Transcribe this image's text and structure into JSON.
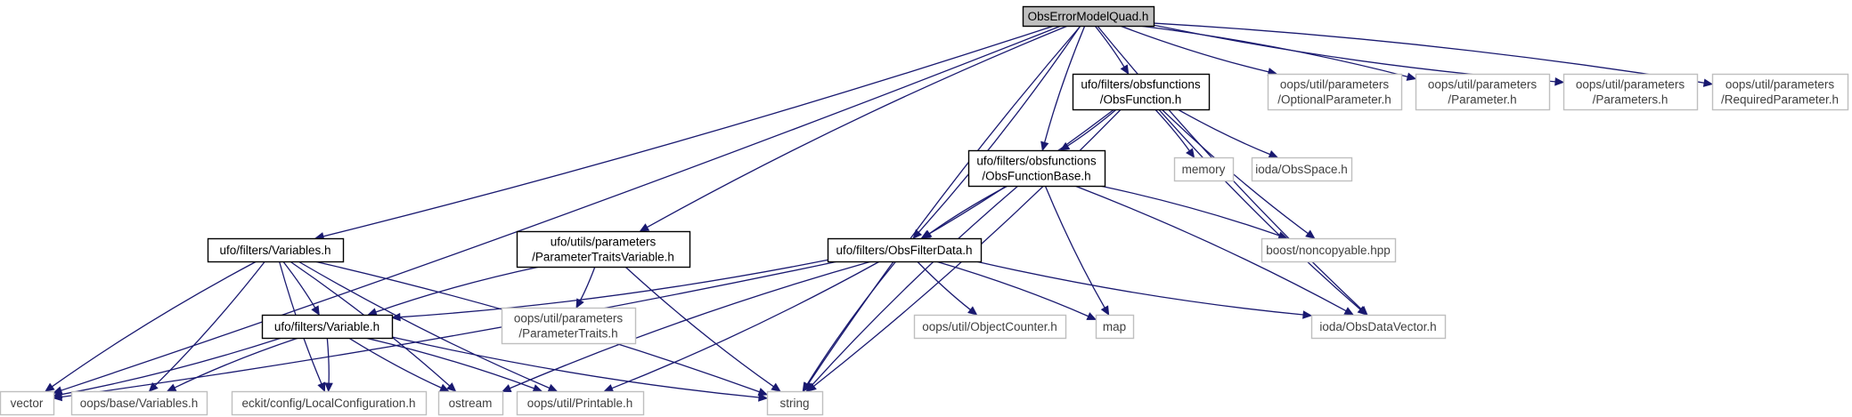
{
  "colors": {
    "edge": "#191970",
    "node_border": "#000000",
    "external_border": "#bfbfbf",
    "root_fill": "#bfbfbf",
    "background": "#ffffff"
  },
  "nodes": [
    {
      "id": "root",
      "lines": [
        "ObsErrorModelQuad.h"
      ],
      "kind": "root"
    },
    {
      "id": "obsfunction",
      "lines": [
        "ufo/filters/obsfunctions",
        "/ObsFunction.h"
      ],
      "kind": "documented"
    },
    {
      "id": "optional",
      "lines": [
        "oops/util/parameters",
        "/OptionalParameter.h"
      ],
      "kind": "external"
    },
    {
      "id": "parameter",
      "lines": [
        "oops/util/parameters",
        "/Parameter.h"
      ],
      "kind": "external"
    },
    {
      "id": "parameters",
      "lines": [
        "oops/util/parameters",
        "/Parameters.h"
      ],
      "kind": "external"
    },
    {
      "id": "required",
      "lines": [
        "oops/util/parameters",
        "/RequiredParameter.h"
      ],
      "kind": "external"
    },
    {
      "id": "memory",
      "lines": [
        "memory"
      ],
      "kind": "external"
    },
    {
      "id": "obsspace",
      "lines": [
        "ioda/ObsSpace.h"
      ],
      "kind": "external"
    },
    {
      "id": "obsfunctionbase",
      "lines": [
        "ufo/filters/obsfunctions",
        "/ObsFunctionBase.h"
      ],
      "kind": "documented"
    },
    {
      "id": "noncopyable",
      "lines": [
        "boost/noncopyable.hpp"
      ],
      "kind": "external"
    },
    {
      "id": "variables",
      "lines": [
        "ufo/filters/Variables.h"
      ],
      "kind": "documented"
    },
    {
      "id": "paramtraitsvar",
      "lines": [
        "ufo/utils/parameters",
        "/ParameterTraitsVariable.h"
      ],
      "kind": "documented"
    },
    {
      "id": "obsfilterdata",
      "lines": [
        "ufo/filters/ObsFilterData.h"
      ],
      "kind": "documented"
    },
    {
      "id": "variable",
      "lines": [
        "ufo/filters/Variable.h"
      ],
      "kind": "documented"
    },
    {
      "id": "paramtraits",
      "lines": [
        "oops/util/parameters",
        "/ParameterTraits.h"
      ],
      "kind": "external"
    },
    {
      "id": "objectcounter",
      "lines": [
        "oops/util/ObjectCounter.h"
      ],
      "kind": "external"
    },
    {
      "id": "map",
      "lines": [
        "map"
      ],
      "kind": "external"
    },
    {
      "id": "obsdatavector",
      "lines": [
        "ioda/ObsDataVector.h"
      ],
      "kind": "external"
    },
    {
      "id": "vector",
      "lines": [
        "vector"
      ],
      "kind": "external"
    },
    {
      "id": "oopsvariables",
      "lines": [
        "oops/base/Variables.h"
      ],
      "kind": "external"
    },
    {
      "id": "localconfig",
      "lines": [
        "eckit/config/LocalConfiguration.h"
      ],
      "kind": "external"
    },
    {
      "id": "ostream",
      "lines": [
        "ostream"
      ],
      "kind": "external"
    },
    {
      "id": "printable",
      "lines": [
        "oops/util/Printable.h"
      ],
      "kind": "external"
    },
    {
      "id": "string",
      "lines": [
        "string"
      ],
      "kind": "external"
    }
  ],
  "edges": [
    [
      "root",
      "obsfunction"
    ],
    [
      "root",
      "optional"
    ],
    [
      "root",
      "parameter"
    ],
    [
      "root",
      "parameters"
    ],
    [
      "root",
      "required"
    ],
    [
      "root",
      "obsfunctionbase"
    ],
    [
      "root",
      "variables"
    ],
    [
      "root",
      "paramtraitsvar"
    ],
    [
      "root",
      "obsfilterdata"
    ],
    [
      "root",
      "obsdatavector"
    ],
    [
      "root",
      "vector"
    ],
    [
      "root",
      "string"
    ],
    [
      "obsfunction",
      "memory"
    ],
    [
      "obsfunction",
      "obsspace"
    ],
    [
      "obsfunction",
      "obsfunctionbase"
    ],
    [
      "obsfunction",
      "noncopyable"
    ],
    [
      "obsfunction",
      "obsfilterdata"
    ],
    [
      "obsfunction",
      "obsdatavector"
    ],
    [
      "obsfunction",
      "string"
    ],
    [
      "obsfunctionbase",
      "obsfilterdata"
    ],
    [
      "obsfunctionbase",
      "noncopyable"
    ],
    [
      "obsfunctionbase",
      "map"
    ],
    [
      "obsfunctionbase",
      "obsdatavector"
    ],
    [
      "obsfunctionbase",
      "string"
    ],
    [
      "variables",
      "variable"
    ],
    [
      "variables",
      "vector"
    ],
    [
      "variables",
      "oopsvariables"
    ],
    [
      "variables",
      "localconfig"
    ],
    [
      "variables",
      "ostream"
    ],
    [
      "variables",
      "printable"
    ],
    [
      "variables",
      "string"
    ],
    [
      "paramtraitsvar",
      "variable"
    ],
    [
      "paramtraitsvar",
      "paramtraits"
    ],
    [
      "paramtraitsvar",
      "string"
    ],
    [
      "obsfilterdata",
      "variable"
    ],
    [
      "obsfilterdata",
      "objectcounter"
    ],
    [
      "obsfilterdata",
      "map"
    ],
    [
      "obsfilterdata",
      "obsdatavector"
    ],
    [
      "obsfilterdata",
      "vector"
    ],
    [
      "obsfilterdata",
      "ostream"
    ],
    [
      "obsfilterdata",
      "printable"
    ],
    [
      "obsfilterdata",
      "string"
    ],
    [
      "variable",
      "vector"
    ],
    [
      "variable",
      "oopsvariables"
    ],
    [
      "variable",
      "localconfig"
    ],
    [
      "variable",
      "ostream"
    ],
    [
      "variable",
      "printable"
    ],
    [
      "variable",
      "string"
    ]
  ]
}
